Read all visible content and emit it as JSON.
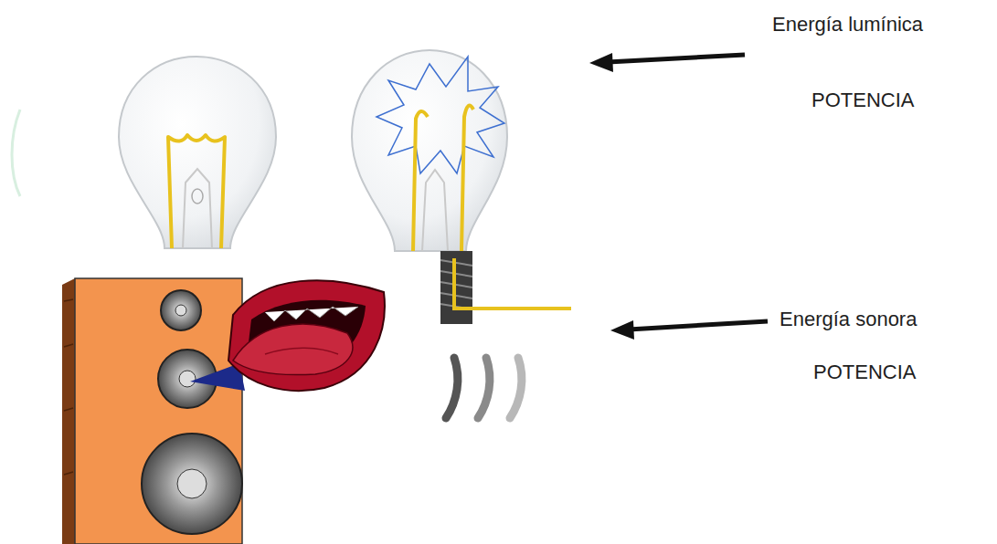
{
  "diagram": {
    "labels": [
      "Energía lumínica",
      "POTENCIA",
      "Energía sonora",
      "POTENCIA"
    ]
  }
}
